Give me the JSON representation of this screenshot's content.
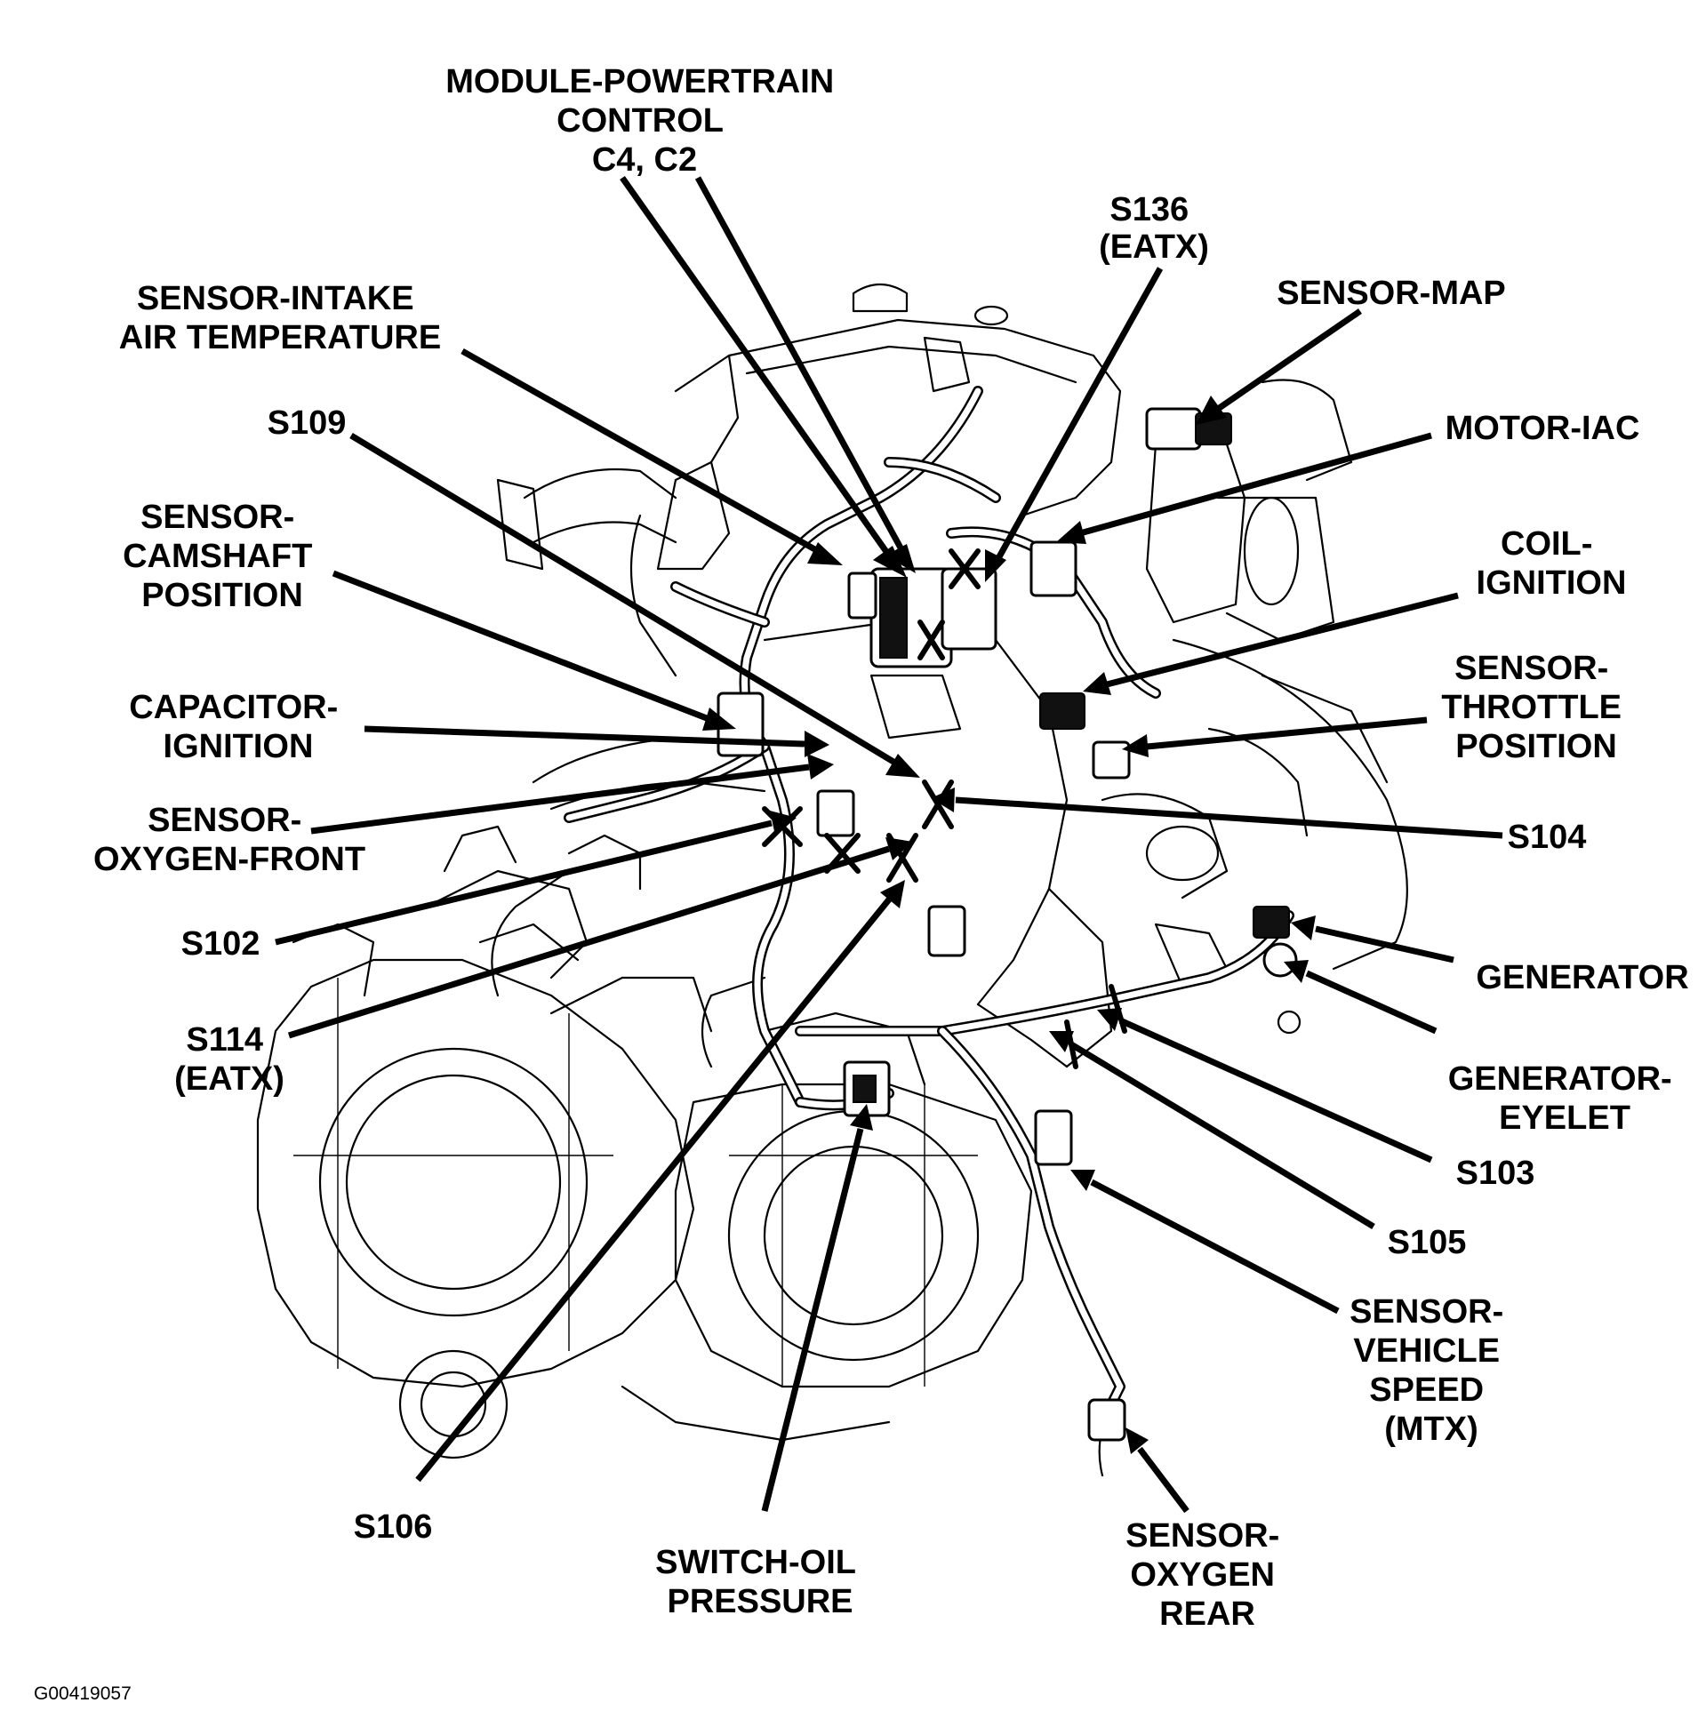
{
  "figure_id": "G00419057",
  "labels": {
    "pcm": [
      "MODULE-POWERTRAIN",
      "CONTROL",
      "C4,  C2"
    ],
    "s136": [
      "S136",
      "(EATX)"
    ],
    "sensor_map": [
      "SENSOR-MAP"
    ],
    "sensor_iat": [
      "SENSOR-INTAKE",
      "AIR TEMPERATURE"
    ],
    "motor_iac": [
      "MOTOR-IAC"
    ],
    "s109": [
      "S109"
    ],
    "sensor_cmp": [
      "SENSOR-",
      "CAMSHAFT",
      "POSITION"
    ],
    "coil_ignition": [
      "COIL-",
      "IGNITION"
    ],
    "sensor_tps": [
      "SENSOR-",
      "THROTTLE",
      "POSITION"
    ],
    "capacitor_ignition": [
      "CAPACITOR-",
      "IGNITION"
    ],
    "sensor_o2_front": [
      "SENSOR-",
      "OXYGEN-FRONT"
    ],
    "s104": [
      "S104"
    ],
    "s102": [
      "S102"
    ],
    "generator": [
      "GENERATOR"
    ],
    "s114": [
      "S114",
      "(EATX)"
    ],
    "generator_eyelet": [
      "GENERATOR-",
      "EYELET"
    ],
    "s103": [
      "S103"
    ],
    "s105": [
      "S105"
    ],
    "sensor_vss": [
      "SENSOR-",
      "VEHICLE",
      "SPEED",
      "(MTX)"
    ],
    "s106": [
      "S106"
    ],
    "switch_oil": [
      "SWITCH-OIL",
      "PRESSURE"
    ],
    "sensor_o2_rear": [
      "SENSOR-",
      "OXYGEN",
      "REAR"
    ]
  }
}
